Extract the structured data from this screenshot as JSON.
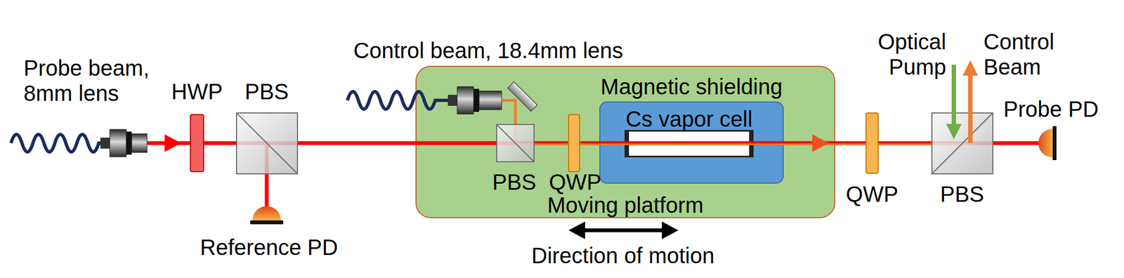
{
  "diagram": {
    "nodes": [
      {
        "text": [
          "Moving platform"
        ]
      },
      {
        "text": [
          "Magnetic shielding"
        ],
        "in": 0
      },
      {
        "text": [
          "Cs vapor cell"
        ],
        "in": 1
      }
    ],
    "labels": [
      "Probe beam, 8mm lens",
      "HWP",
      "PBS",
      "Reference PD",
      "Control beam, 18.4mm lens",
      "PBS",
      "QWP",
      "Direction of motion",
      "QWP",
      "PBS",
      "Optical Pump",
      "Control Beam",
      "Probe PD"
    ]
  }
}
